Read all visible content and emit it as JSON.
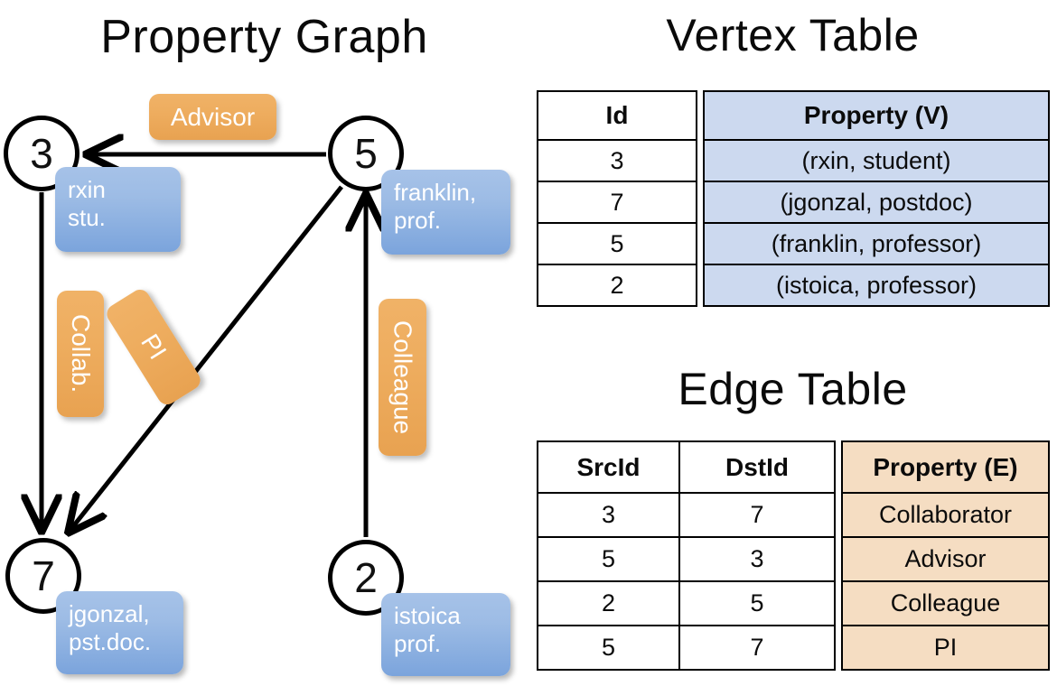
{
  "titles": {
    "property_graph": "Property Graph",
    "vertex_table": "Vertex Table",
    "edge_table": "Edge Table"
  },
  "graph": {
    "nodes": [
      {
        "id": "3",
        "name": "node-3",
        "property": "rxin\nstu.",
        "line1": "rxin",
        "line2": "stu."
      },
      {
        "id": "5",
        "name": "node-5",
        "property": "franklin,\nprof.",
        "line1": "franklin,",
        "line2": "prof."
      },
      {
        "id": "7",
        "name": "node-7",
        "property": "jgonzal,\npst.doc.",
        "line1": "jgonzal,",
        "line2": "pst.doc."
      },
      {
        "id": "2",
        "name": "node-2",
        "property": "istoica\nprof.",
        "line1": "istoica",
        "line2": "prof."
      }
    ],
    "edge_labels": [
      {
        "name": "advisor",
        "text": "Advisor",
        "orientation": "horizontal"
      },
      {
        "name": "collab",
        "text": "Collab.",
        "orientation": "vertical"
      },
      {
        "name": "pi",
        "text": "PI",
        "orientation": "vertical-rotated"
      },
      {
        "name": "colleague",
        "text": "Colleague",
        "orientation": "vertical"
      }
    ],
    "edges": [
      {
        "src": "5",
        "dst": "3",
        "label": "Advisor"
      },
      {
        "src": "3",
        "dst": "7",
        "label": "Collab."
      },
      {
        "src": "5",
        "dst": "7",
        "label": "PI"
      },
      {
        "src": "2",
        "dst": "5",
        "label": "Colleague"
      }
    ]
  },
  "vertex_table": {
    "headers": [
      "Id",
      "Property (V)"
    ],
    "rows": [
      {
        "id": "3",
        "property": "(rxin, student)"
      },
      {
        "id": "7",
        "property": "(jgonzal, postdoc)"
      },
      {
        "id": "5",
        "property": "(franklin, professor)"
      },
      {
        "id": "2",
        "property": "(istoica, professor)"
      }
    ]
  },
  "edge_table": {
    "headers": [
      "SrcId",
      "DstId",
      "Property (E)"
    ],
    "rows": [
      {
        "src": "3",
        "dst": "7",
        "property": "Collaborator"
      },
      {
        "src": "5",
        "dst": "3",
        "property": "Advisor"
      },
      {
        "src": "2",
        "dst": "5",
        "property": "Colleague"
      },
      {
        "src": "5",
        "dst": "7",
        "property": "PI"
      }
    ]
  },
  "colors": {
    "vertex_property_fill": "#ccd9ef",
    "edge_property_fill": "#f5ddc2",
    "node_property_box": "#8fb3e0",
    "edge_label_box": "#eead5f",
    "stroke": "#000000",
    "background": "#ffffff"
  }
}
